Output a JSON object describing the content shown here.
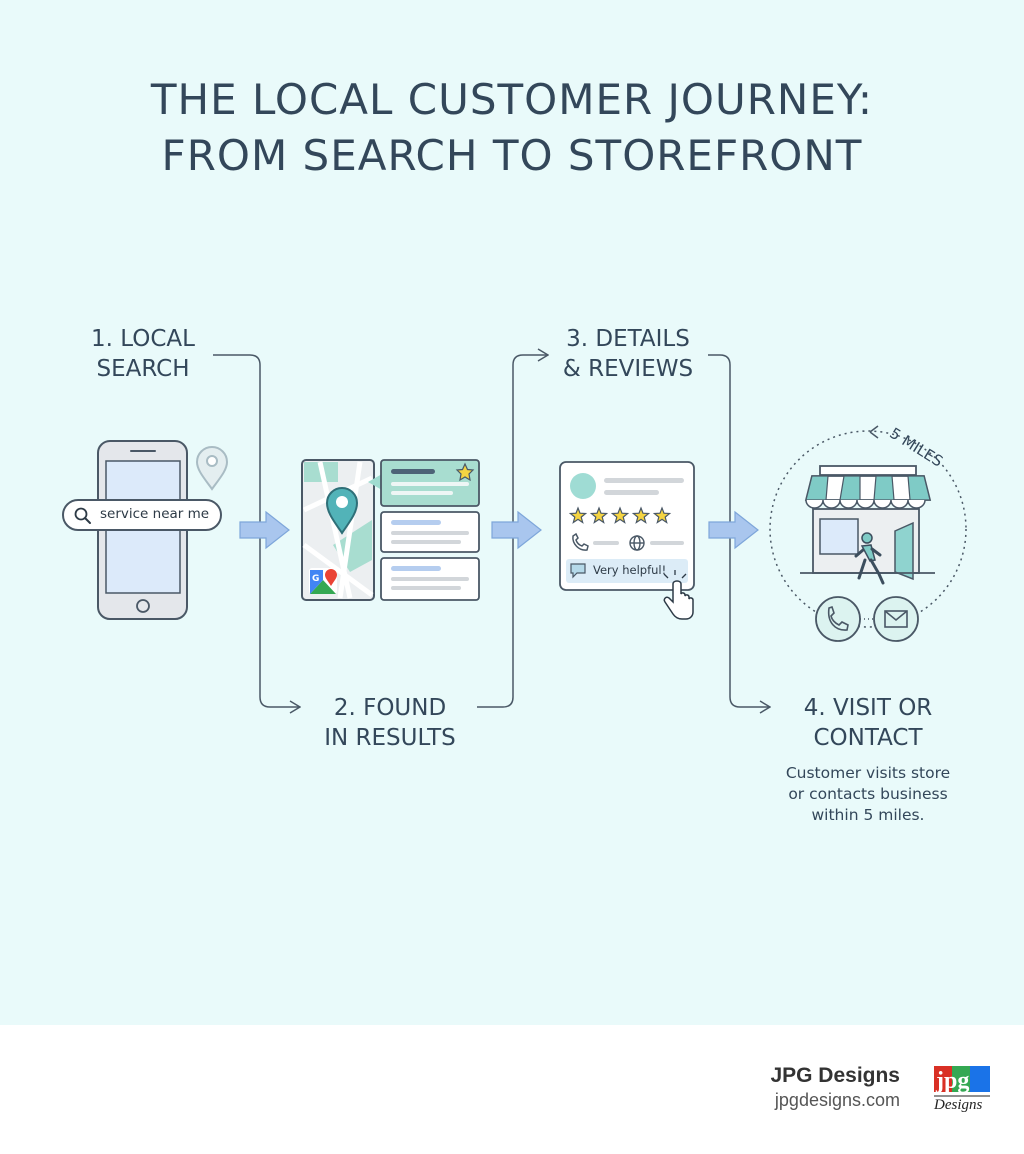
{
  "title": {
    "line1": "THE LOCAL CUSTOMER JOURNEY:",
    "line2": "FROM SEARCH TO STOREFRONT"
  },
  "steps": [
    {
      "line1": "1. LOCAL",
      "line2": "SEARCH"
    },
    {
      "line1": "2. FOUND",
      "line2": "IN RESULTS"
    },
    {
      "line1": "3. DETAILS",
      "line2": "& REVIEWS"
    },
    {
      "line1": "4. VISIT OR",
      "line2": "CONTACT"
    }
  ],
  "step4_description": {
    "line1": "Customer visits store",
    "line2": "or contacts business",
    "line3": "within 5 miles."
  },
  "phone_search": {
    "query": "service near me",
    "icon": "search-icon"
  },
  "review_card": {
    "comment": "Very helpful!",
    "stars": 5
  },
  "radius_label": "5 MILES",
  "footer": {
    "brand": "JPG Designs",
    "url": "jpgdesigns.com",
    "logo_letters": "jpg",
    "logo_subtext": "Designs"
  },
  "colors": {
    "background": "#e9fafa",
    "text": "#33475a",
    "teal": "#7fcbc6",
    "arrow_blue": "#a9c6ee",
    "star": "#f5d442"
  }
}
